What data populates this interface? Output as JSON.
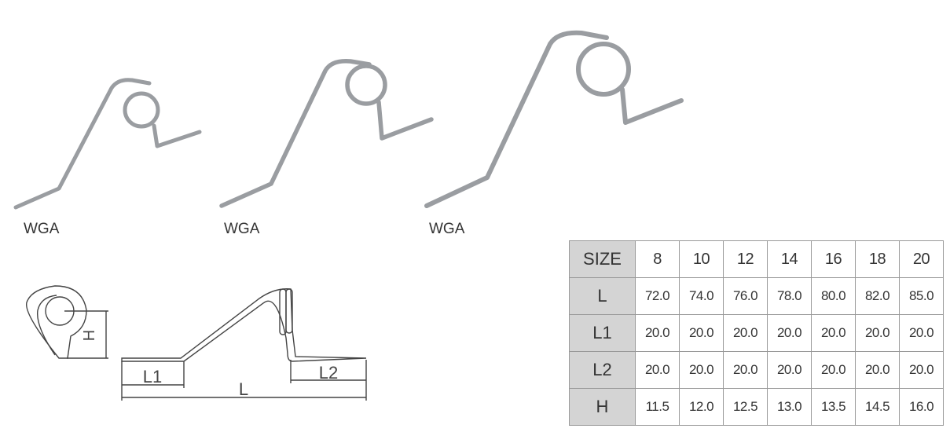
{
  "products": [
    {
      "label": "WGA"
    },
    {
      "label": "WGA"
    },
    {
      "label": "WGA"
    }
  ],
  "diagram": {
    "h_label": "H",
    "l1_label": "L1",
    "l2_label": "L2",
    "l_label": "L"
  },
  "table": {
    "rows": [
      {
        "header": "SIZE",
        "values": [
          "8",
          "10",
          "12",
          "14",
          "16",
          "18",
          "20"
        ]
      },
      {
        "header": "L",
        "values": [
          "72.0",
          "74.0",
          "76.0",
          "78.0",
          "80.0",
          "82.0",
          "85.0"
        ]
      },
      {
        "header": "L1",
        "values": [
          "20.0",
          "20.0",
          "20.0",
          "20.0",
          "20.0",
          "20.0",
          "20.0"
        ]
      },
      {
        "header": "L2",
        "values": [
          "20.0",
          "20.0",
          "20.0",
          "20.0",
          "20.0",
          "20.0",
          "20.0"
        ]
      },
      {
        "header": "H",
        "values": [
          "11.5",
          "12.0",
          "12.5",
          "13.0",
          "13.5",
          "14.5",
          "16.0"
        ]
      }
    ]
  },
  "colors": {
    "wire": "#a9abae",
    "header_bg": "#d4d4d4"
  }
}
